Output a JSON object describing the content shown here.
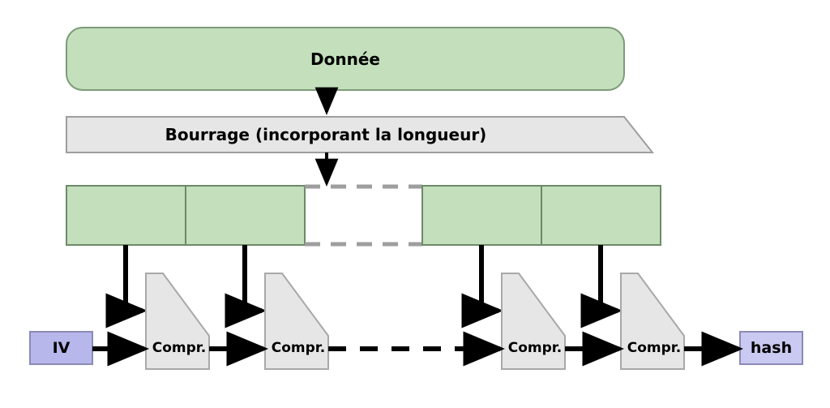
{
  "diagram": {
    "title_text": "Donnée",
    "padding_text": "Bourrage (incorporant la longueur)",
    "iv_label": "IV",
    "hash_label": "hash",
    "compressors": [
      {
        "label": "Compr."
      },
      {
        "label": "Compr."
      },
      {
        "label": "Compr."
      },
      {
        "label": "Compr."
      }
    ],
    "blocks": [
      {
        "label": "",
        "state": "filled"
      },
      {
        "label": "",
        "state": "filled"
      },
      {
        "label": "",
        "state": "elided"
      },
      {
        "label": "",
        "state": "filled"
      },
      {
        "label": "",
        "state": "filled"
      }
    ],
    "colors": {
      "data_fill": "#c3dfbc",
      "data_stroke": "#7d9b78",
      "padding_fill": "#e6e6e6",
      "padding_stroke": "#9e9e9e",
      "block_fill": "#c3dfbc",
      "block_stroke": "#6d8a68",
      "elided_stroke": "#9e9e9e",
      "compr_fill": "#e6e6e6",
      "compr_stroke": "#a8a8a8",
      "iv_fill": "#b7b7ec",
      "iv_stroke": "#8a8ab5",
      "hash_fill": "#c9c9f2",
      "hash_stroke": "#8a8ab5",
      "arrow": "#000000",
      "text": "#000000"
    }
  }
}
